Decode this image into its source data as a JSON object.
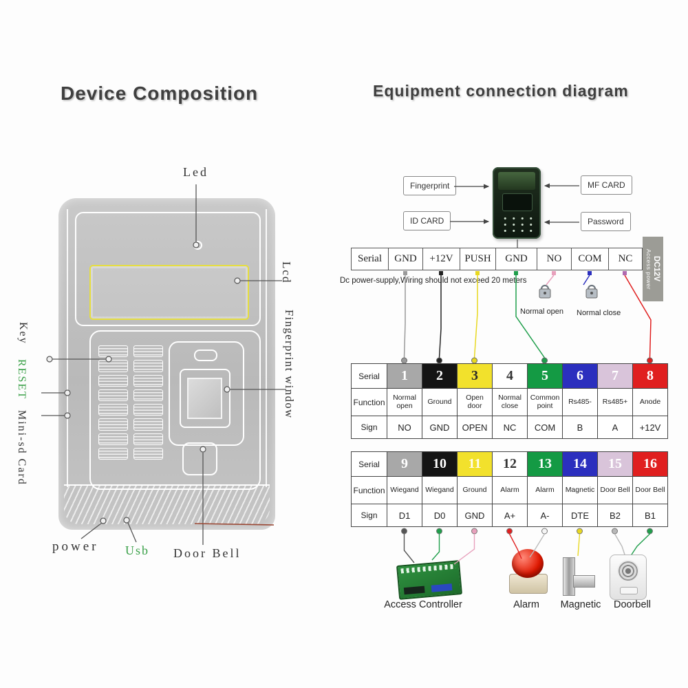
{
  "left": {
    "title": "Device Composition",
    "labels": {
      "led": "Led",
      "lcd": "Lcd",
      "fingerprint_window": "Fingerprint window",
      "key": "Key",
      "reset": "RESET",
      "mini_sd_card": "Mini-sd Card",
      "power": "power",
      "usb": "Usb",
      "door_bell": "Door Bell"
    }
  },
  "right": {
    "title": "Equipment connection diagram",
    "callouts": {
      "fingerprint": "Fingerprint",
      "id_card": "ID CARD",
      "mf_card": "MF CARD",
      "password": "Password"
    },
    "terminal": [
      "Serial",
      "GND",
      "+12V",
      "PUSH",
      "GND",
      "NO",
      "COM",
      "NC"
    ],
    "access_power": {
      "line1": "Access power",
      "line2": "DC12V"
    },
    "note": "Dc power-supply,Wiring should not exceed 20 meters",
    "lock_labels": {
      "open": "Normal open",
      "close": "Normal close"
    },
    "tables": [
      {
        "row_headers": [
          "Serial",
          "Function",
          "Sign"
        ],
        "serials": [
          "1",
          "2",
          "3",
          "4",
          "5",
          "6",
          "7",
          "8"
        ],
        "functions": [
          "Normal open",
          "Ground",
          "Open door",
          "Normal close",
          "Common point",
          "Rs485-",
          "Rs485+",
          "Anode"
        ],
        "signs": [
          "NO",
          "GND",
          "OPEN",
          "NC",
          "COM",
          "B",
          "A",
          "+12V"
        ],
        "cell_colors": [
          "#a8a8a8",
          "#141414",
          "#f2e12c",
          "#ffffff",
          "#149a44",
          "#2b2fbe",
          "#d9c4da",
          "#e01f1f"
        ],
        "number_colors": [
          "#ffffff",
          "#ffffff",
          "#2a2a2a",
          "#333333",
          "#ffffff",
          "#ffffff",
          "#ffffff",
          "#ffffff"
        ]
      },
      {
        "row_headers": [
          "Serial",
          "Function",
          "Sign"
        ],
        "serials": [
          "9",
          "10",
          "11",
          "12",
          "13",
          "14",
          "15",
          "16"
        ],
        "functions": [
          "Wiegand",
          "Wiegand",
          "Ground",
          "Alarm",
          "Alarm",
          "Magnetic",
          "Door Bell",
          "Door Bell"
        ],
        "signs": [
          "D1",
          "D0",
          "GND",
          "A+",
          "A-",
          "DTE",
          "B2",
          "B1"
        ],
        "cell_colors": [
          "#a8a8a8",
          "#141414",
          "#f2e12c",
          "#ffffff",
          "#149a44",
          "#2b2fbe",
          "#d9c4da",
          "#e01f1f"
        ],
        "number_colors": [
          "#ffffff",
          "#ffffff",
          "#fffdf0",
          "#333333",
          "#ffffff",
          "#ffffff",
          "#ffffff",
          "#ffffff"
        ]
      }
    ],
    "bottom_labels": [
      "Access Controller",
      "Alarm",
      "Magnetic",
      "Doorbell"
    ]
  }
}
